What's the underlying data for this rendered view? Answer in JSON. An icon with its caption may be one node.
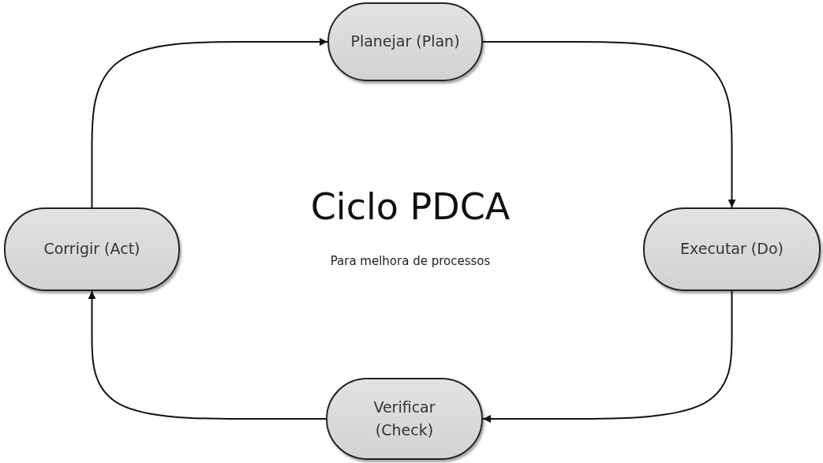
{
  "diagram": {
    "title": "Ciclo PDCA",
    "nodes": [
      {
        "text": [
          "Planejar (Plan)"
        ]
      },
      {
        "text": [
          "Executar (Do)"
        ]
      },
      {
        "text": [
          "Verificar (Check)"
        ]
      },
      {
        "text": [
          "Corrigir (Act)"
        ]
      }
    ],
    "edges": [
      {
        "from": 3,
        "to": 0,
        "arrow": "to"
      },
      {
        "from": 0,
        "to": 1,
        "arrow": "to"
      },
      {
        "from": 1,
        "to": 2,
        "arrow": "to"
      },
      {
        "from": 2,
        "to": 3,
        "arrow": "to"
      }
    ],
    "labels": [
      "Para melhora de processos"
    ]
  }
}
